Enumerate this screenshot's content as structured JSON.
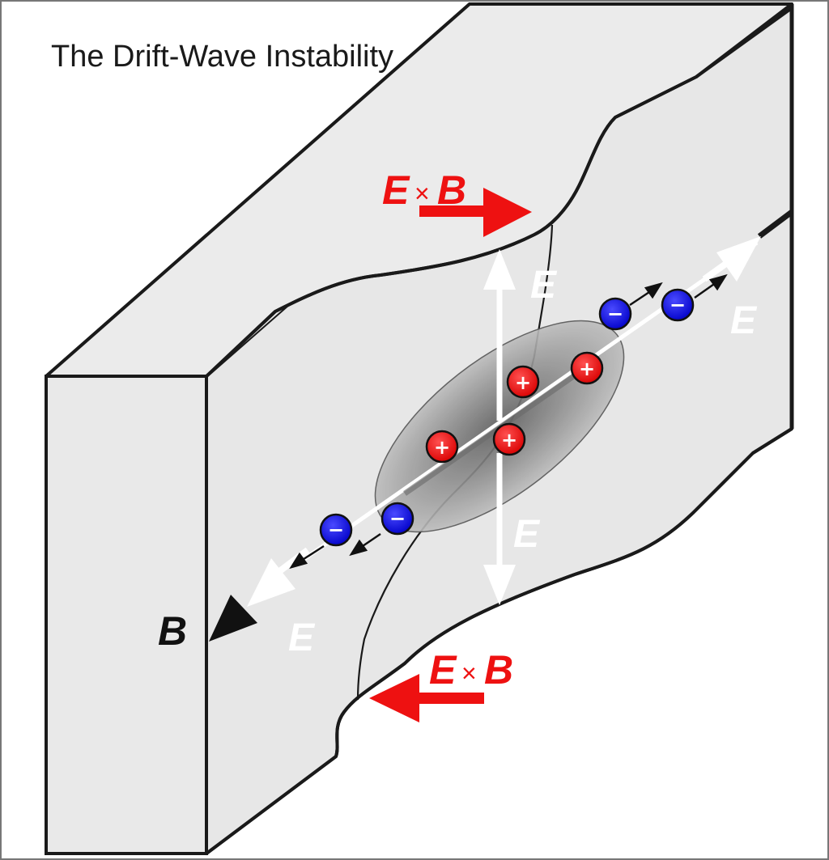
{
  "title": "The Drift-Wave Instability",
  "labels": {
    "exb_top": {
      "e": "E",
      "x": "×",
      "b": "B"
    },
    "exb_bottom": {
      "e": "E",
      "x": "×",
      "b": "B"
    },
    "field_b": "B",
    "field_e_up": "E",
    "field_e_right": "E",
    "field_e_down": "E",
    "field_e_left": "E"
  },
  "charges": {
    "positive_symbol": "+",
    "negative_symbol": "−"
  },
  "colors": {
    "slab_face": "#e6e6e6",
    "slab_side": "#ececec",
    "outline": "#1a1a1a",
    "drift_arrow": "#ee1111",
    "field_arrow": "#ffffff",
    "ion": "#ee1111",
    "electron": "#1010dd"
  }
}
